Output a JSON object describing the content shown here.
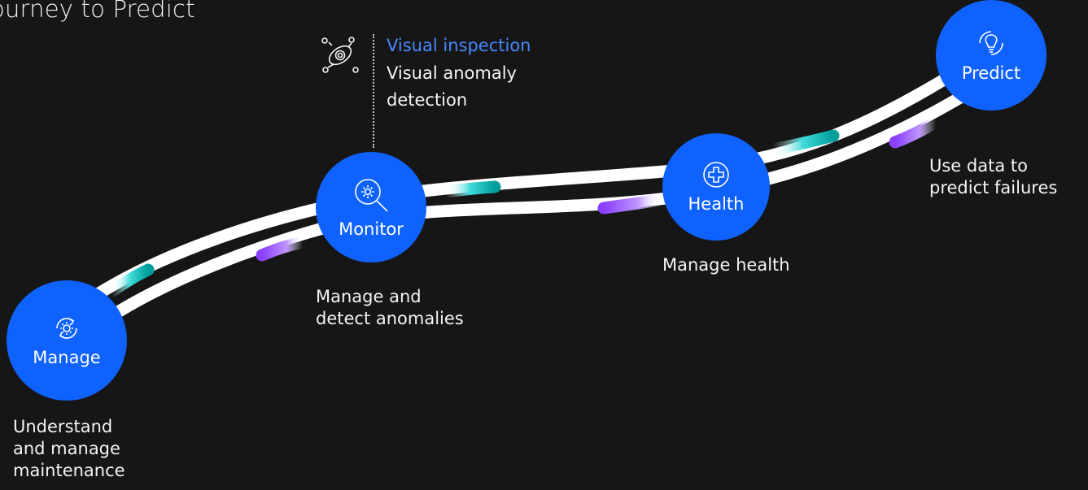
{
  "title": "ourney to Predict",
  "colors": {
    "background": "#161616",
    "node_blue": "#0f62fe",
    "accent_teal": "#0dbfb0",
    "accent_purple": "#a56eff",
    "annotation_blue": "#4589ff"
  },
  "stages": [
    {
      "label": "Manage",
      "icon": "gear-cycle-icon",
      "caption": [
        "Understand",
        "and manage",
        "maintenance"
      ]
    },
    {
      "label": "Monitor",
      "icon": "gear-search-icon",
      "caption": [
        "Manage and",
        "detect anomalies"
      ]
    },
    {
      "label": "Health",
      "icon": "health-plus-icon",
      "caption": [
        "Manage health"
      ]
    },
    {
      "label": "Predict",
      "icon": "lightbulb-icon",
      "caption": [
        "Use data to",
        "predict failures"
      ]
    }
  ],
  "annotation": {
    "icon": "eye-inspection-icon",
    "title": "Visual inspection",
    "subtitle": [
      "Visual anomaly",
      "detection"
    ]
  }
}
